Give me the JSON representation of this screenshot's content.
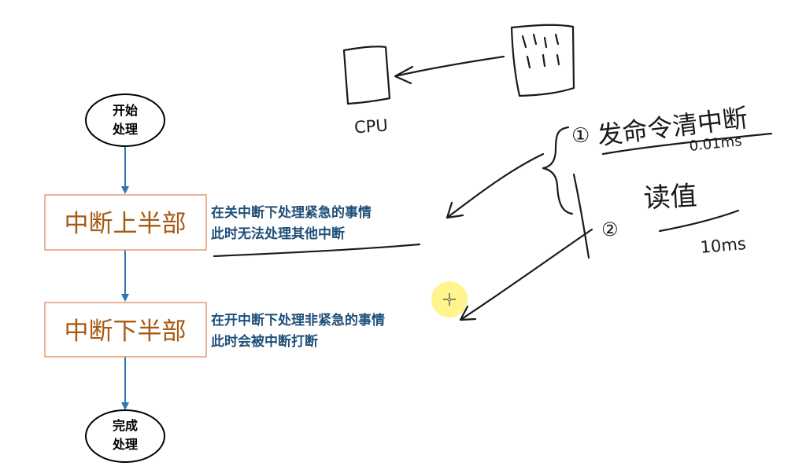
{
  "flow": {
    "start": [
      "开始",
      "处理"
    ],
    "top_half": "中断上半部",
    "bottom_half": "中断下半部",
    "end": [
      "完成",
      "处理"
    ]
  },
  "descriptions": {
    "top_half": [
      "在关中断下处理紧急的事情",
      "此时无法处理其他中断"
    ],
    "bottom_half": [
      "在开中断下处理非紧急的事情",
      "此时会被中断打断"
    ]
  },
  "annotations": {
    "cpu_label": "CPU",
    "step1_marker": "①",
    "step1_text": "发命令清中断",
    "step1_time": "0.01ms",
    "step2_marker": "②",
    "step2_text": "读值",
    "step2_time": "10ms"
  },
  "colors": {
    "flow_arrow": "#2e75b6",
    "box_border": "#e8a27a",
    "box_text": "#a85a12",
    "desc_text": "#1f4f79",
    "ink": "#1a1a1a",
    "cursor_highlight": "#fff27a"
  }
}
